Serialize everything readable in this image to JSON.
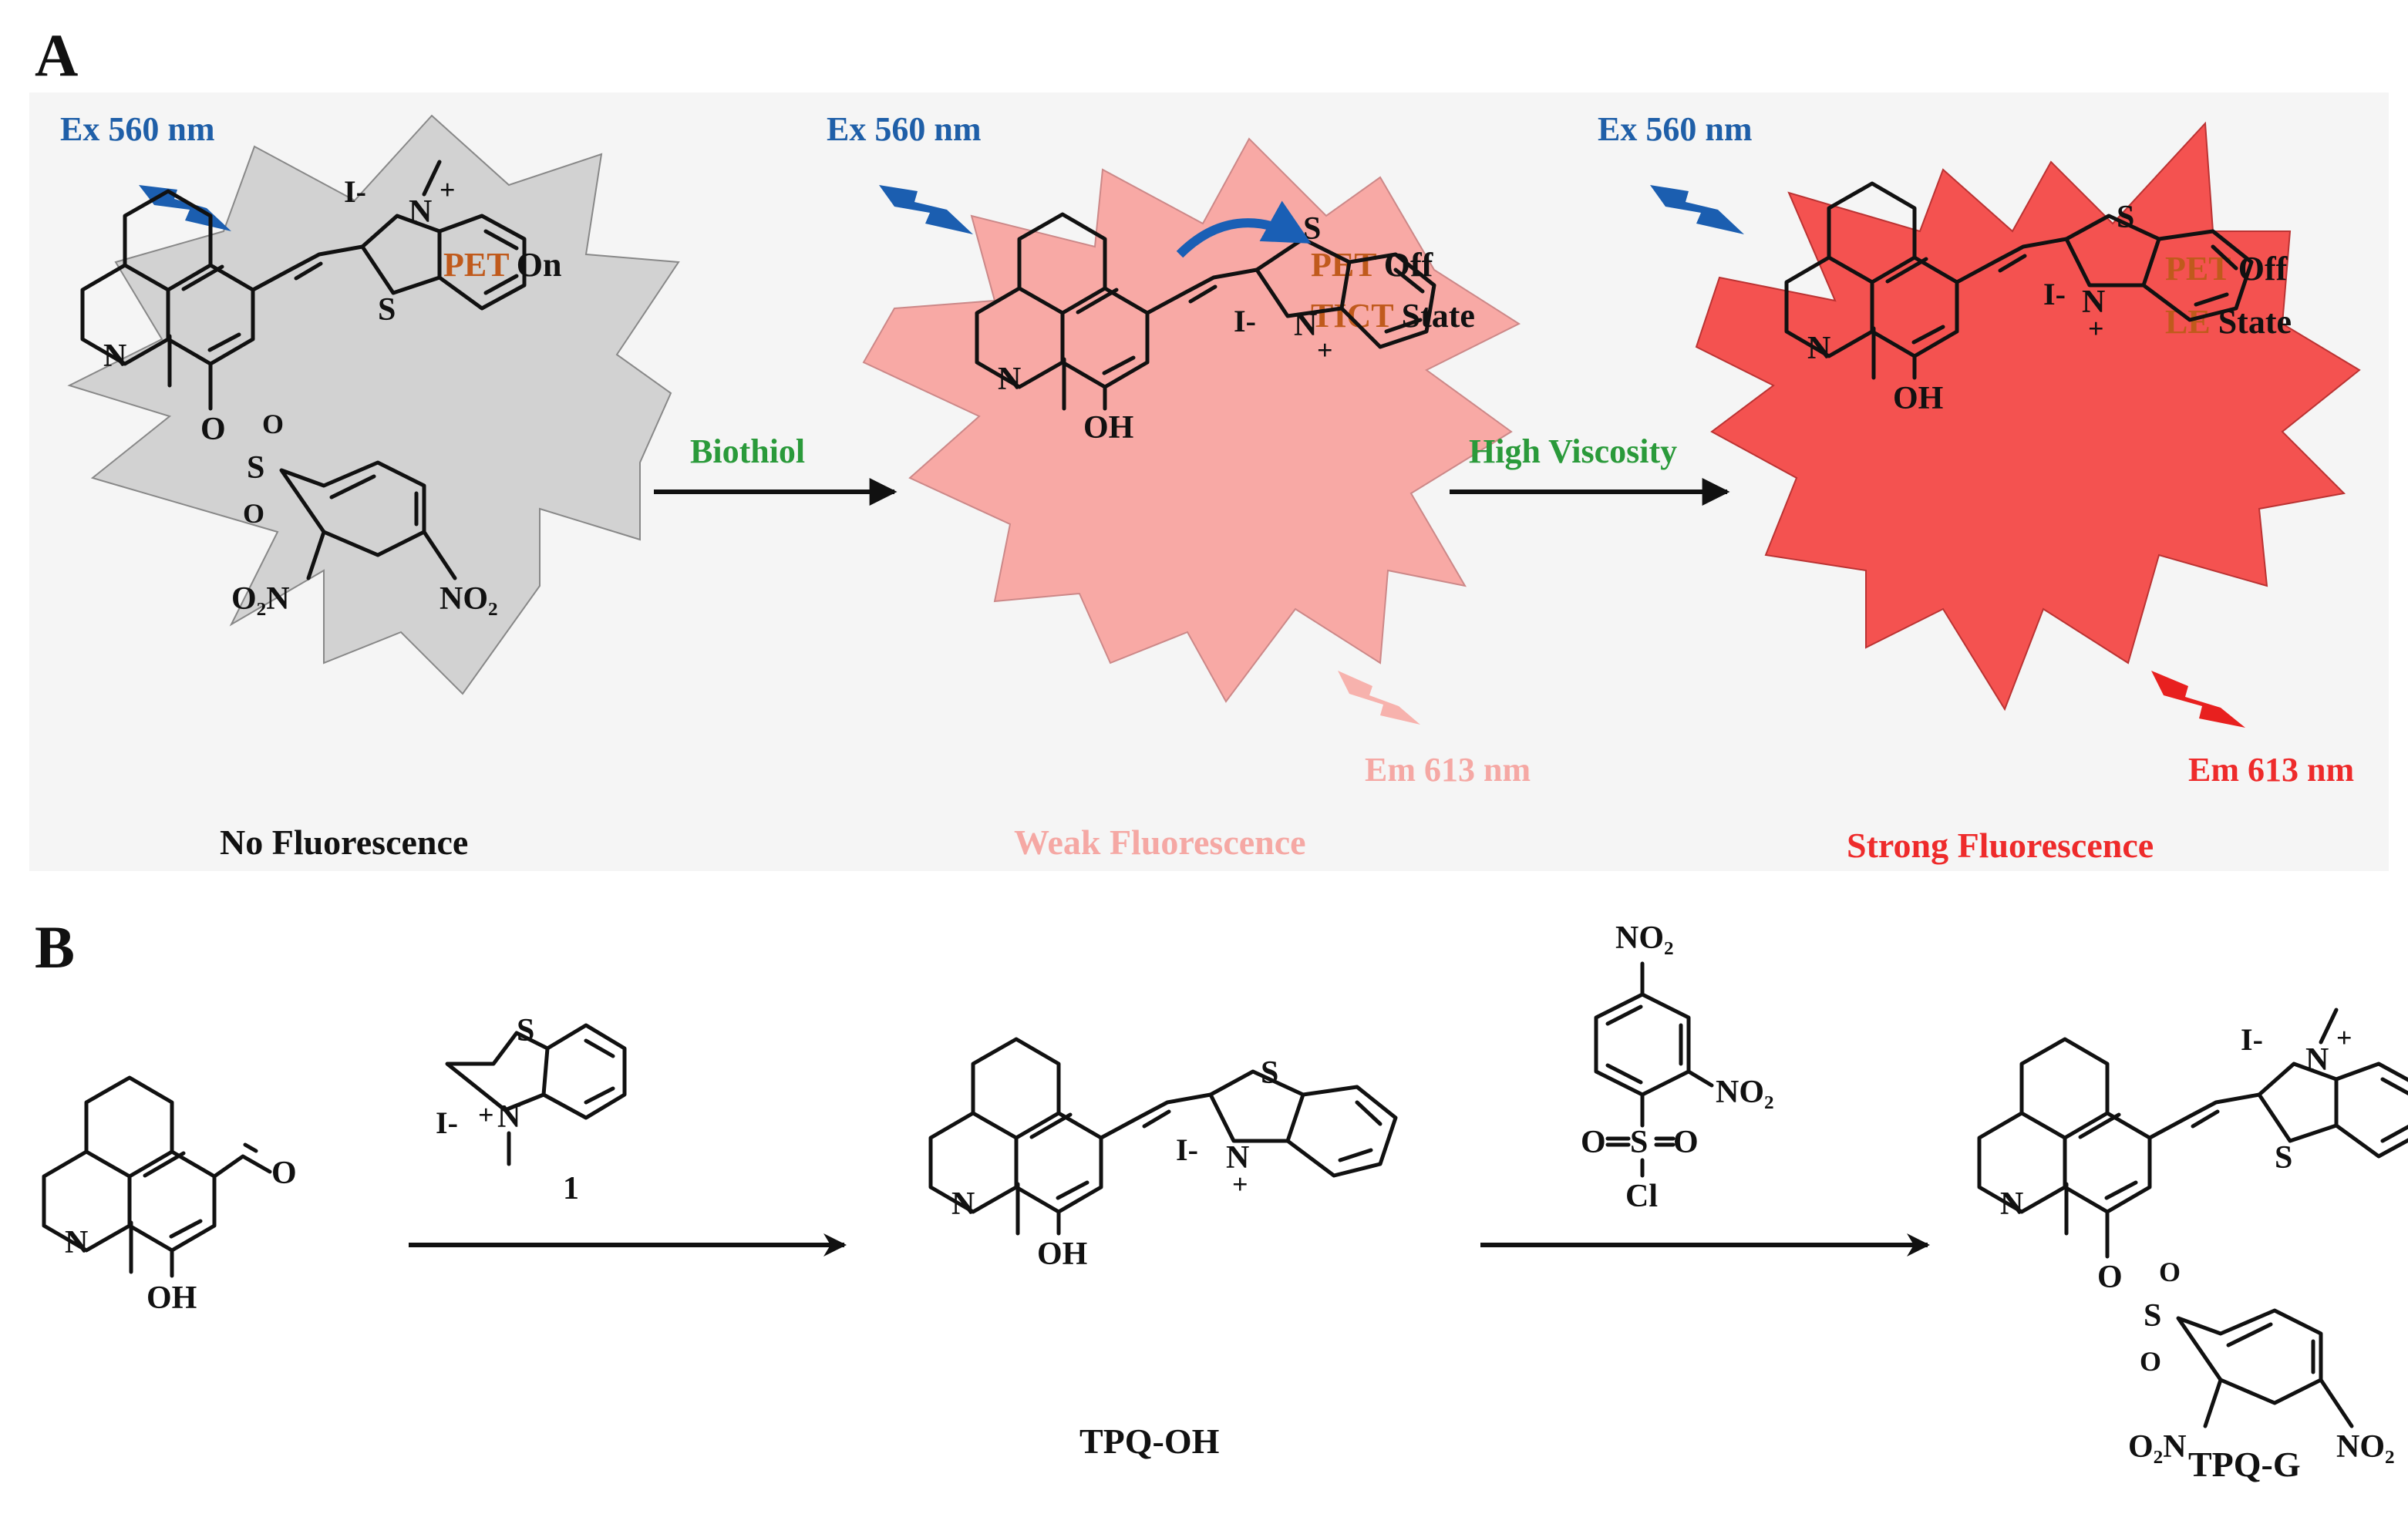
{
  "panels": {
    "a": {
      "label": "A"
    },
    "b": {
      "label": "B"
    }
  },
  "panel_a": {
    "excitation": "Ex 560 nm",
    "emission": "Em 613 nm",
    "states": [
      {
        "mech_1": "PET",
        "mech_1_state": "On",
        "mech_2": "",
        "mech_2_state": "",
        "caption": "No Fluorescence"
      },
      {
        "mech_1": "PET",
        "mech_1_state": "Off",
        "mech_2": "TICT",
        "mech_2_state": "State",
        "caption": "Weak Fluorescence"
      },
      {
        "mech_1": "PET",
        "mech_1_state": "Off",
        "mech_2": "LE",
        "mech_2_state": "State",
        "caption": "Strong Fluorescence"
      }
    ],
    "arrows": [
      "Biothiol",
      "High Viscosity"
    ]
  },
  "panel_b": {
    "compounds": [
      "TPQ-OH",
      "TPQ-G"
    ],
    "reagent_1_label": "1"
  },
  "atoms": {
    "N": "N",
    "S": "S",
    "OH": "OH",
    "O": "O",
    "Cl": "Cl",
    "iodide": "I-",
    "plus": "+",
    "no2": "NO₂",
    "o2n": "O₂N",
    "so2": "S",
    "so2_o": "O"
  },
  "colors": {
    "blue_text": "#1f5fa8",
    "blue_bolt": "#1b5eb0",
    "green_text": "#2a9a3a",
    "orange_text": "#c05a1c",
    "pale_red": "#f5a8a4",
    "bright_red": "#ee2b2b",
    "gray_burst": "#d4d4d4",
    "pink_burst": "#f8a9a5",
    "red_burst": "#f45250"
  }
}
